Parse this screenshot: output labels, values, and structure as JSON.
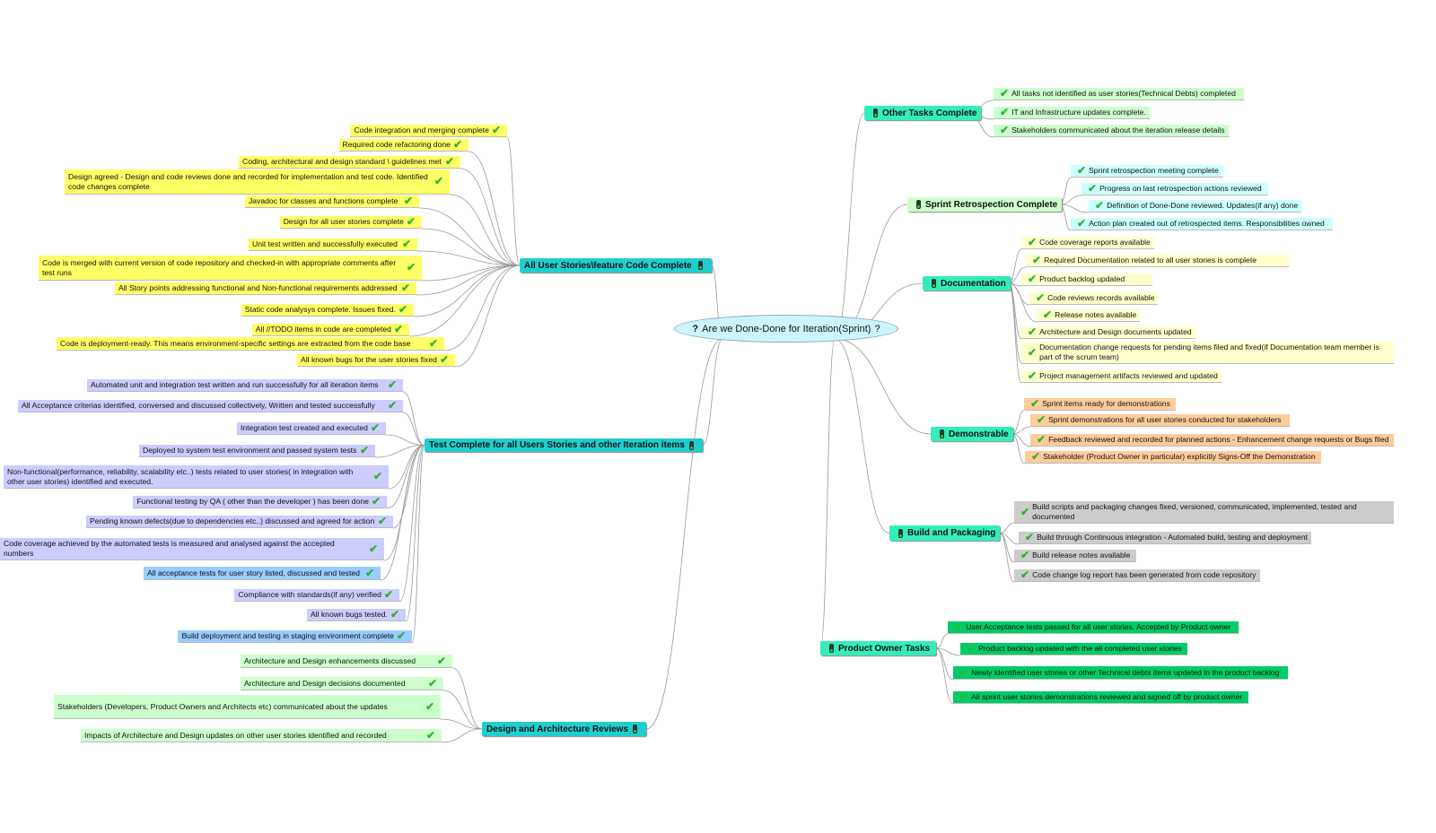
{
  "central": {
    "title": "Are we Done-Done for Iteration(Sprint)",
    "icon_left": "?",
    "icon_right": "?"
  },
  "colors": {
    "branch_teal": "#1fcfcf",
    "branch_aqua": "#33eebb",
    "check": "#2fb52f"
  },
  "icons": {
    "check": "check-icon",
    "status": "traffic-light-icon"
  },
  "branches": [
    {
      "title": "All User Stories\\feature Code Complete",
      "side": "left",
      "bg": "#1fcfcf",
      "item_bg": "#ffff66",
      "items": [
        {
          "text": "Code integration and merging complete"
        },
        {
          "text": "Required code refactoring done"
        },
        {
          "text": "Coding, architectural and design  standard \\ guidelines met"
        },
        {
          "text": "Design agreed - Design and code reviews done and recorded for implementation and test code. Identified code changes complete"
        },
        {
          "text": "Javadoc for classes and functions complete"
        },
        {
          "text": "Design for all user stories complete"
        },
        {
          "text": "Unit test written and successfully executed"
        },
        {
          "text": "Code is merged with current version of code repository and checked-in with appropriate comments after test runs"
        },
        {
          "text": "All Story points addressing functional and Non-functional requirements addressed"
        },
        {
          "text": "Static code analysys complete. Issues fixed."
        },
        {
          "text": "All //TODO items in code are completed"
        },
        {
          "text": "Code is deployment-ready. This means environment-specific settings are extracted from the code base"
        },
        {
          "text": "All known bugs for the user stories fixed"
        }
      ]
    },
    {
      "title": "Test Complete for all Users Stories and other Iteration items",
      "side": "left",
      "bg": "#1fcfcf",
      "item_bg": "#ccccff",
      "items": [
        {
          "text": "Automated unit and integration test written and run successfully for all  iteration items"
        },
        {
          "text": "All Acceptance criterias identified, conversed and discussed collectively, Written and tested successfully"
        },
        {
          "text": "Integration test created and executed"
        },
        {
          "text": "Deployed to system test environment and passed system tests"
        },
        {
          "text": "Non-functional(performance, reliability, scalability etc..) tests related to user stories( in integration with other user stories) identified and executed."
        },
        {
          "text": "Functional testing by QA ( other than the developer ) has been done"
        },
        {
          "text": "Pending known defects(due to dependencies etc..) discussed and agreed for action"
        },
        {
          "text": "Code coverage achieved by the automated tests is measured and analysed against the accepted numbers"
        },
        {
          "text": "All acceptance tests for user story listed, discussed and tested",
          "bg": "#99ccff"
        },
        {
          "text": "Compliance with standards(if any) verified"
        },
        {
          "text": "All known bugs tested."
        },
        {
          "text": "Build deployment and testing in staging environment complete",
          "bg": "#99ccff"
        }
      ]
    },
    {
      "title": "Design and Architecture Reviews",
      "side": "left",
      "bg": "#1fcfcf",
      "item_bg": "#ccffcc",
      "items": [
        {
          "text": "Architecture and Design enhancements  discussed"
        },
        {
          "text": "Architecture and Design decisions documented"
        },
        {
          "text": "Stakeholders (Developers, Product Owners and Architects etc) communicated about the updates"
        },
        {
          "text": "Impacts of Architecture and Design updates on other user stories identified and recorded"
        }
      ]
    },
    {
      "title": "Other Tasks Complete",
      "side": "right",
      "bg": "#33eebb",
      "item_bg": "#ccffcc",
      "items": [
        {
          "text": "All tasks not identified as user stories(Technical Debts)  completed"
        },
        {
          "text": "IT and Infrastructure updates complete."
        },
        {
          "text": "Stakeholders communicated about the iteration release details"
        }
      ]
    },
    {
      "title": "Sprint Retrospection Complete",
      "side": "right",
      "bg": "#ccffcc",
      "item_bg": "#ccffff",
      "items": [
        {
          "text": "Sprint retrospection meeting complete"
        },
        {
          "text": "Progress on last retrospection actions reviewed"
        },
        {
          "text": "Definition of Done-Done reviewed. Updates(if any) done"
        },
        {
          "text": "Action plan created out of retrospected items. Responsibilities owned"
        }
      ]
    },
    {
      "title": "Documentation",
      "side": "right",
      "bg": "#33eebb",
      "item_bg": "#ffffcc",
      "items": [
        {
          "text": "Code coverage reports  available"
        },
        {
          "text": "Required Documentation related to all user stories is complete"
        },
        {
          "text": "Product backlog updated"
        },
        {
          "text": "Code reviews records available"
        },
        {
          "text": "Release notes available"
        },
        {
          "text": "Architecture and Design documents updated"
        },
        {
          "text": "Documentation change requests for pending items filed and fixed(if Documentation team member is part of the scrum team)"
        },
        {
          "text": "Project management artifacts reviewed and updated"
        }
      ]
    },
    {
      "title": "Demonstrable",
      "side": "right",
      "bg": "#33eebb",
      "item_bg": "#ffcc99",
      "items": [
        {
          "text": "Sprint items ready for demonstrations"
        },
        {
          "text": "Sprint demonstrations for all user stories conducted for stakeholders"
        },
        {
          "text": "Feedback  reviewed and recorded for planned actions - Enhancement change requests or Bugs filed"
        },
        {
          "text": "Stakeholder (Product Owner in particular) explicitly Signs-Off the Demonstration"
        }
      ]
    },
    {
      "title": "Build and Packaging",
      "side": "right",
      "bg": "#33eebb",
      "item_bg": "#cccccc",
      "items": [
        {
          "text": "Build scripts and packaging changes fixed, versioned, communicated,  implemented, tested and documented"
        },
        {
          "text": "Build through Continuous integration - Automated build, testing and deployment"
        },
        {
          "text": "Build release notes available"
        },
        {
          "text": "Code change log report has been generated from code repository"
        }
      ]
    },
    {
      "title": "Product Owner Tasks",
      "side": "right",
      "bg": "#33eebb",
      "item_bg": "#00cc66",
      "items": [
        {
          "text": "User Acceptance tests passed for all user stories. Accepted by Product owner"
        },
        {
          "text": "Product backlog updated with the all completed user stories"
        },
        {
          "text": "Newly identified user stories or other Technical debts items updated in the product backlog"
        },
        {
          "text": "All sprint user stories demonstrations reviewed and signed off by product owner"
        }
      ]
    }
  ]
}
